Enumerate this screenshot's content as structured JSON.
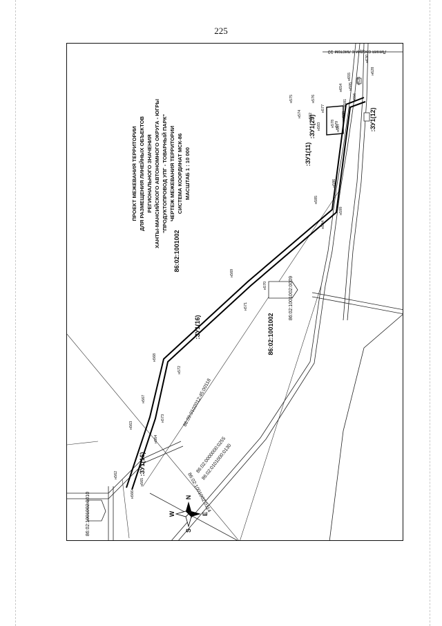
{
  "page": {
    "number": "225"
  },
  "title_block": [
    "ПРОЕКТ МЕЖЕВАНИЯ ТЕРРИТОРИИ",
    "ДЛЯ РАЗМЕЩЕНИЯ ЛИНЕЙНЫХ ОБЪЕКТОВ",
    "РЕГИОНАЛЬНОГО ЗНАЧЕНИЯ",
    "ХАНТЫ-МАНСИЙСКОГО АВТОНОМНОГО ОКРУГА - ЮГРЫ",
    "\"ПРОДУКТОПРОВОД УПГ - ТОВАРНЫЙ ПАРК\"",
    "ЧЕРТЕЖ МЕЖЕВАНИЯ ТЕРРИТОРИИ",
    "СИСТЕМА КООРДИНАТ МСК-86",
    "МАСШТАБ 1 : 10 000"
  ],
  "map": {
    "match_line": "Линия сводки с листом 10",
    "compass": {
      "n": "N",
      "s": "S",
      "e": "E",
      "w": "W"
    },
    "blocks": [
      "86:02:1001002",
      "86:02:1001002"
    ],
    "parcels": [
      ":ЗУ1(16)",
      ":ЗУ1(16)",
      ":ЗУ1(29)",
      ":ЗУ1(11)",
      ":ЗУ1(12)"
    ],
    "cadastral_numbers": [
      "86:02:1001002:0009",
      "86:09:0102012:45:00118",
      "86:02:0000000:0255",
      "86:02:0101000:0130",
      "86:02:1001002:0114",
      "86:02:1001002:0010"
    ],
    "points": [
      "н562",
      "н563",
      "н564",
      "н565",
      "н566",
      "н567",
      "н568",
      "н569",
      "н570",
      "н571",
      "н572",
      "н573",
      "н574",
      "н575",
      "н576",
      "н577",
      "н578",
      "н579",
      "н580",
      "н581",
      "н582",
      "н583",
      "н584",
      "н585",
      "н586",
      "н587",
      "н599",
      "н595",
      "н626",
      "н628",
      "н630",
      "н654",
      "н655",
      "н656"
    ]
  }
}
